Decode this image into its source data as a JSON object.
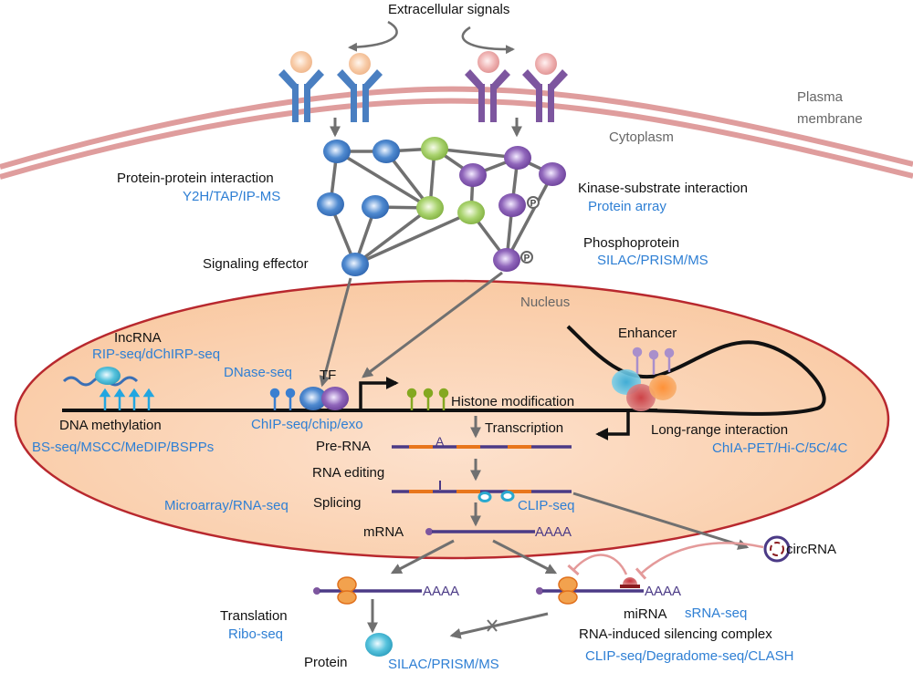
{
  "colors": {
    "method_text": "#2e7fd4",
    "label_text": "#111111",
    "region_text": "#666666",
    "membrane": "#d98c8c",
    "nucleus_fill": "#fbd6ba",
    "nucleus_border": "#b8282e",
    "arrow": "#707070",
    "receptor_blue": "#4a7fc1",
    "receptor_purple": "#7d569f",
    "ligand_peach": "#f6c7a2",
    "ligand_pink": "#eaa4a4",
    "node_blue": "#3b78c6",
    "node_green": "#95c45a",
    "node_purple": "#8456b0",
    "exon_orange": "#e8761c",
    "rna_purple": "#4b3a86",
    "ribosome_orange": "#f2a24e",
    "inhibition_pink": "#e49a9a",
    "methyl_cyan": "#22a6e0",
    "histone_green": "#84a821",
    "enhancer_lilac": "#a98fcb"
  },
  "labels": {
    "extracellular_signals": "Extracellular signals",
    "plasma_membrane_line1": "Plasma",
    "plasma_membrane_line2": "membrane",
    "cytoplasm": "Cytoplasm",
    "nucleus": "Nucleus",
    "protein_protein_interaction": "Protein-protein interaction",
    "kinase_substrate_interaction": "Kinase-substrate interaction",
    "phosphoprotein": "Phosphoprotein",
    "signaling_effector": "Signaling effector",
    "lncrna": "IncRNA",
    "tf": "TF",
    "dna_methylation": "DNA methylation",
    "histone_modification": "Histone modification",
    "enhancer": "Enhancer",
    "long_range_interaction": "Long-range interaction",
    "transcription": "Transcription",
    "pre_rna": "Pre-RNA",
    "rna_editing": "RNA editing",
    "splicing": "Splicing",
    "mrna": "mRNA",
    "poly_a_tail": "AAAA",
    "edit_a": "A",
    "edit_i": "I",
    "phospho_mark": "P",
    "circrna": "circRNA",
    "translation": "Translation",
    "protein": "Protein",
    "mirna": "miRNA",
    "risc": "RNA-induced silencing complex"
  },
  "methods": {
    "ppi": "Y2H/TAP/IP-MS",
    "kinase": "Protein array",
    "phospho": "SILAC/PRISM/MS",
    "lncrna": "RIP-seq/dChIRP-seq",
    "dnase": "DNase-seq",
    "chip": "ChIP-seq/chip/exo",
    "methylation": "BS-seq/MSCC/MeDIP/BSPPs",
    "long_range": "ChIA-PET/Hi-C/5C/4C",
    "expression": "Microarray/RNA-seq",
    "splicing": "CLIP-seq",
    "translation": "Ribo-seq",
    "protein": "SILAC/PRISM/MS",
    "mirna": "sRNA-seq",
    "risc": "CLIP-seq/Degradome-seq/CLASH"
  }
}
